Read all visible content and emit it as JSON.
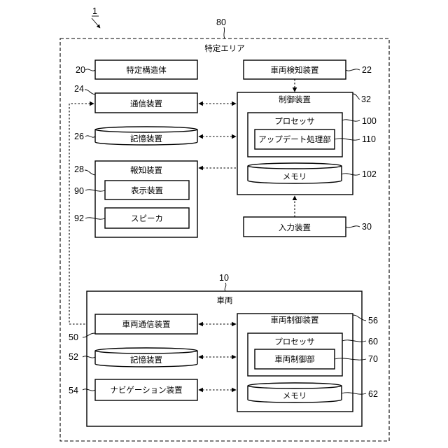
{
  "figure_ref": "1",
  "area": {
    "ref": "80",
    "label": "特定エリア"
  },
  "area_components": {
    "specific_structure": {
      "ref": "20",
      "label": "特定構造体"
    },
    "vehicle_detector": {
      "ref": "22",
      "label": "車両検知装置"
    },
    "communication_device": {
      "ref": "24",
      "label": "通信装置"
    },
    "storage_device": {
      "ref": "26",
      "label": "記憶装置"
    },
    "notification_device": {
      "ref": "28",
      "label": "報知装置"
    },
    "display_device": {
      "ref": "90",
      "label": "表示装置"
    },
    "speaker": {
      "ref": "92",
      "label": "スピーカ"
    },
    "control_device": {
      "ref": "32",
      "label": "制御装置"
    },
    "processor": {
      "ref": "100",
      "label": "プロセッサ"
    },
    "update_unit": {
      "ref": "110",
      "label": "アップデート処理部"
    },
    "memory": {
      "ref": "102",
      "label": "メモリ"
    },
    "input_device": {
      "ref": "30",
      "label": "入力装置"
    }
  },
  "vehicle": {
    "ref": "10",
    "label": "車両",
    "vehicle_comm": {
      "ref": "50",
      "label": "車両通信装置"
    },
    "vehicle_storage": {
      "ref": "52",
      "label": "記憶装置"
    },
    "navigation": {
      "ref": "54",
      "label": "ナビゲーション装置"
    },
    "vehicle_control": {
      "ref": "56",
      "label": "車両制御装置"
    },
    "vehicle_processor": {
      "ref": "60",
      "label": "プロセッサ"
    },
    "vehicle_control_unit": {
      "ref": "70",
      "label": "車両制御部"
    },
    "vehicle_memory": {
      "ref": "62",
      "label": "メモリ"
    }
  }
}
